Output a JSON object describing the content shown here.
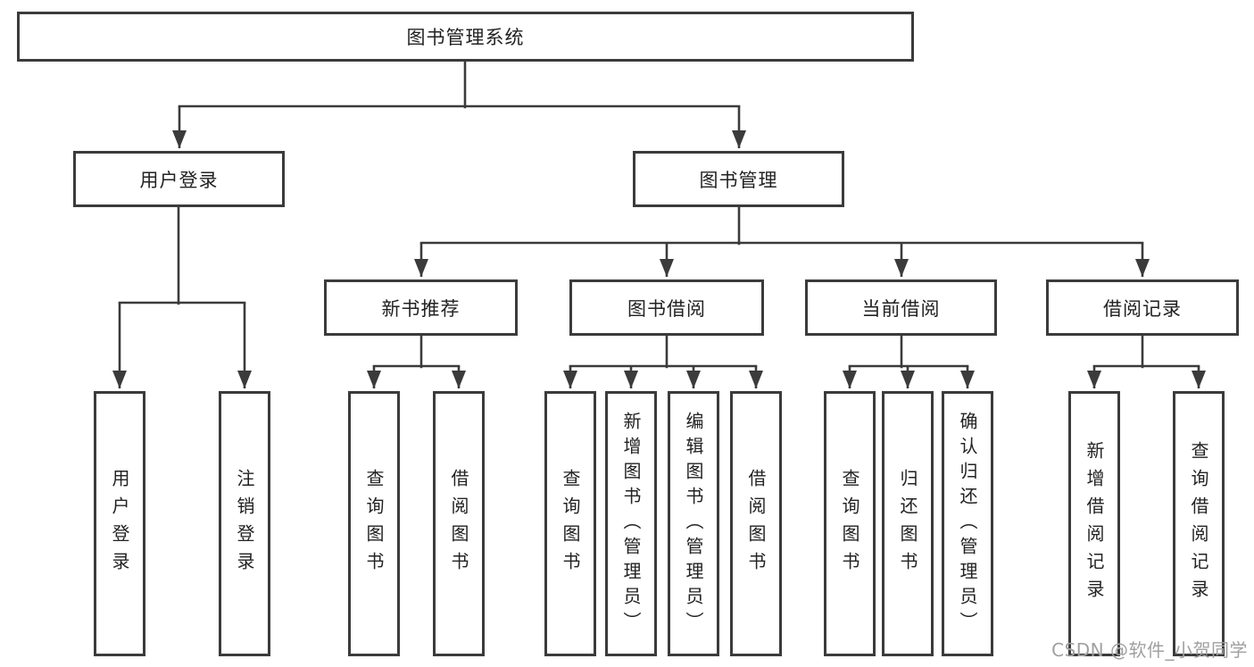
{
  "colors": {
    "line": "#3b3b3b",
    "box_border": "#3b3b3b",
    "text": "#222222",
    "watermark": "#a0a0a0",
    "background": "#ffffff"
  },
  "watermark": {
    "text": "CSDN @软件_小贺同学"
  },
  "nodes": {
    "root": "图书管理系统",
    "user_login": "用户登录",
    "book_mgmt": "图书管理",
    "new_book": "新书推荐",
    "book_borrow": "图书借阅",
    "current_borrow": "当前借阅",
    "borrow_record": "借阅记录",
    "leaf_user_login": "用户登录",
    "leaf_logout": "注销登录",
    "leaf_nb_query": "查询图书",
    "leaf_nb_borrow": "借阅图书",
    "leaf_bb_query": "查询图书",
    "leaf_bb_add": "新增图书（管理员）",
    "leaf_bb_edit": "编辑图书（管理员）",
    "leaf_bb_borrow": "借阅图书",
    "leaf_cb_query": "查询图书",
    "leaf_cb_return": "归还图书",
    "leaf_cb_confirm": "确认归还（管理员）",
    "leaf_br_add": "新增借阅记录",
    "leaf_br_query": "查询借阅记录"
  },
  "hierarchy": {
    "图书管理系统": {
      "用户登录": [
        "用户登录",
        "注销登录"
      ],
      "图书管理": {
        "新书推荐": [
          "查询图书",
          "借阅图书"
        ],
        "图书借阅": [
          "查询图书",
          "新增图书（管理员）",
          "编辑图书（管理员）",
          "借阅图书"
        ],
        "当前借阅": [
          "查询图书",
          "归还图书",
          "确认归还（管理员）"
        ],
        "借阅记录": [
          "新增借阅记录",
          "查询借阅记录"
        ]
      }
    }
  }
}
